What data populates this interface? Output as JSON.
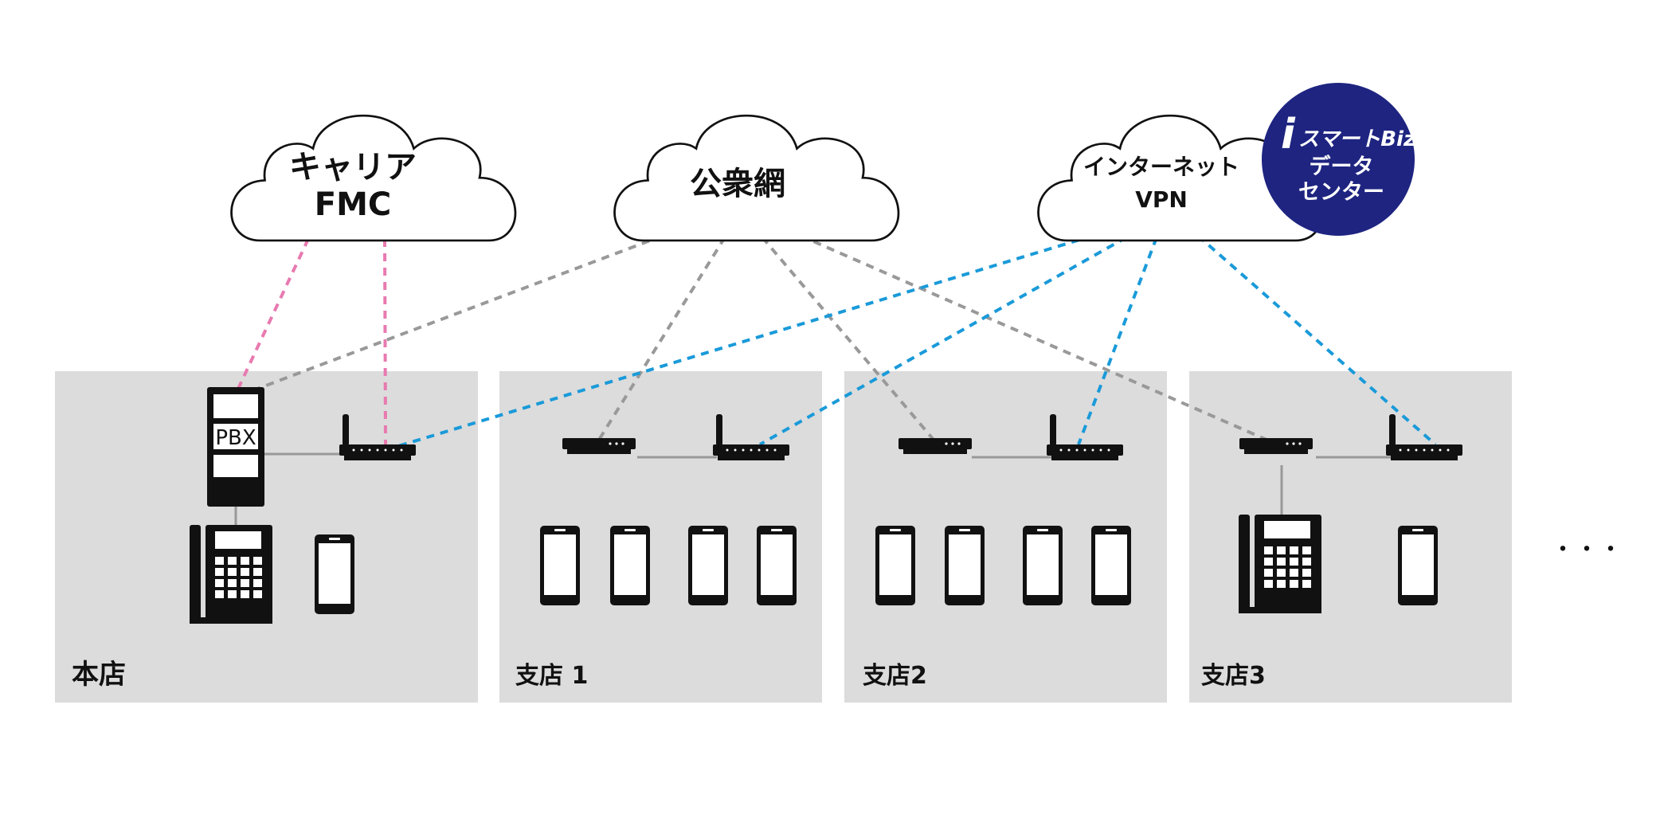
{
  "clouds": {
    "carrier": {
      "line1": "キャリア",
      "line2": "FMC"
    },
    "public": {
      "label": "公衆網"
    },
    "internet": {
      "line1": "インターネット",
      "line2": "VPN"
    }
  },
  "badge": {
    "logo_i": "i",
    "logo_text": "スマートBiz",
    "line1": "データ",
    "line2": "センター",
    "color": "#1e2480"
  },
  "pbx_label": "PBX",
  "offices": [
    {
      "label": "本店"
    },
    {
      "label": "支店 1"
    },
    {
      "label": "支店2"
    },
    {
      "label": "支店3"
    }
  ],
  "more_indicator": "・・・",
  "colors": {
    "office_bg": "#dcdcdc",
    "carrier_link": "#e87ab0",
    "public_link": "#999999",
    "vpn_link": "#1a9ad9",
    "lan_link": "#999999"
  }
}
